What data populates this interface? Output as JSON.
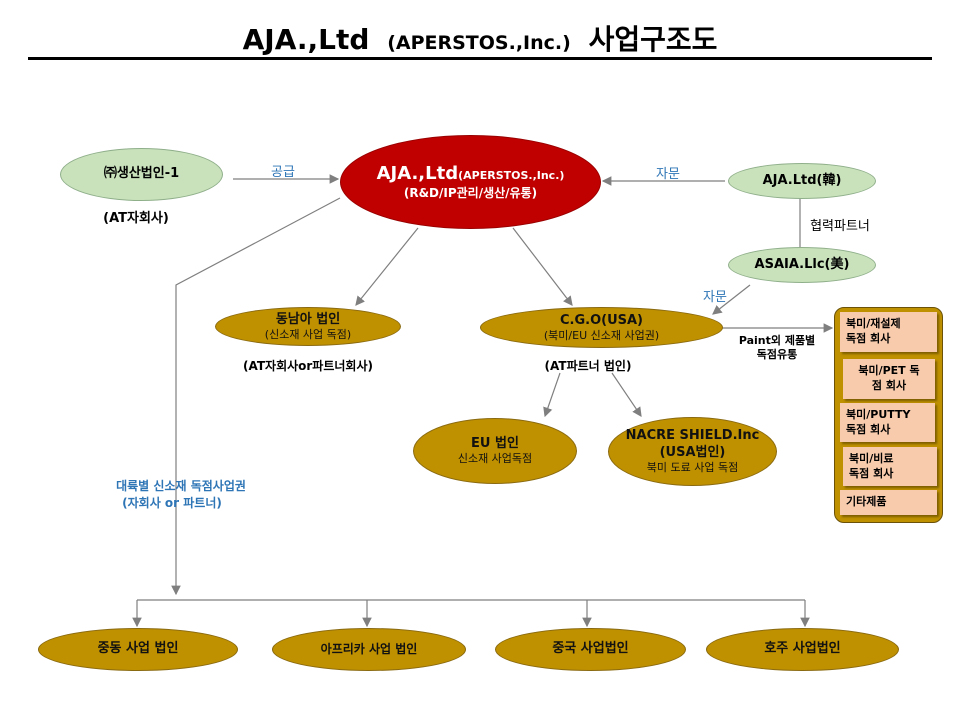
{
  "title": {
    "main": "AJA.,Ltd",
    "sub": "(APERSTOS.,Inc.)",
    "suffix": "사업구조도"
  },
  "nodes": {
    "production": {
      "name": "㈜생산법인-1",
      "note": "(AT자회사)"
    },
    "hq": {
      "name": "AJA.,Ltd",
      "name_sub": "(APERSTOS.,Inc.)",
      "desc": "(R&D/IP관리/생산/유통)"
    },
    "aja_kr": {
      "name": "AJA.Ltd(韓)"
    },
    "asaia": {
      "name": "ASAIA.Llc(美)"
    },
    "sea": {
      "name": "동남아 법인",
      "desc": "(신소재 사업 독점)",
      "note": "(AT자회사or파트너회사)"
    },
    "cgo": {
      "name": "C.G.O(USA)",
      "desc": "(북미/EU 신소재 사업권)",
      "note": "(AT파트너 법인)"
    },
    "eu": {
      "name": "EU 법인",
      "desc": "신소재 사업독점"
    },
    "nacre": {
      "name": "NACRE SHIELD.Inc",
      "name2": "(USA법인)",
      "desc": "북미 도료 사업 독점"
    }
  },
  "edges": {
    "supply": "공급",
    "advice1": "자문",
    "partner": "협력파트너",
    "advice2": "자문",
    "paint_line1": "Paint외 제품별",
    "paint_line2": "독점유통",
    "continental_line1": "대륙별 신소재 독점사업권",
    "continental_line2": "(자회사 or 파트너)"
  },
  "product_companies": [
    {
      "line1": "북미/재설제",
      "line2": "독점 회사"
    },
    {
      "line1": "북미/PET 독",
      "line2": "점 회사"
    },
    {
      "line1": "북미/PUTTY",
      "line2": "독점 회사"
    },
    {
      "line1": "북미/비료",
      "line2": "독점 회사"
    },
    {
      "line1": "기타제품",
      "line2": ""
    }
  ],
  "regional": [
    {
      "name": "중동 사업 법인"
    },
    {
      "name": "아프리카 사업 법인"
    },
    {
      "name": "중국 사업법인"
    },
    {
      "name": "호주 사업법인"
    }
  ],
  "colors": {
    "red": "#C00000",
    "gold": "#BF9000",
    "green": "#C9E2BC",
    "peach": "#F8CBAD",
    "blue": "#2E75B6"
  }
}
